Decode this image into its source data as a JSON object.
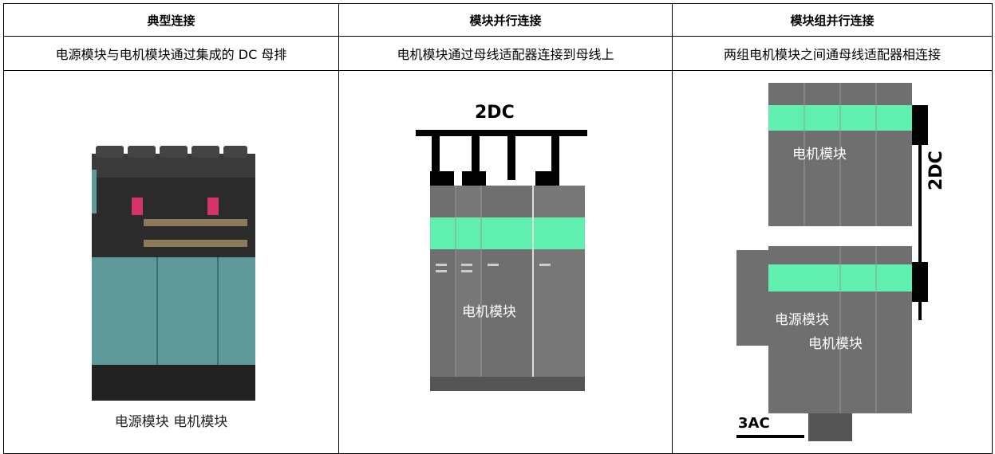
{
  "headers": [
    "典型连接",
    "模块并行连接",
    "模块组并行连接"
  ],
  "descriptions": [
    "电源模块与电机模块通过集成的 DC 母排",
    "电机模块通过母线适配器连接到母线上",
    "两组电机模块之间通母线适配器相连接"
  ],
  "col1": {
    "caption": "电源模块   电机模块"
  },
  "col2": {
    "bus_label": "2DC",
    "module_label": "电机模块"
  },
  "col3": {
    "top_module_label": "电机模块",
    "bus_label": "2DC",
    "power_label": "电源模块",
    "bottom_module_label": "电机模块",
    "input_label": "3AC"
  },
  "colors": {
    "accent_green": "#5ff0b0",
    "module_gray": "#6f6f6f",
    "teal": "#5f9a9a"
  }
}
